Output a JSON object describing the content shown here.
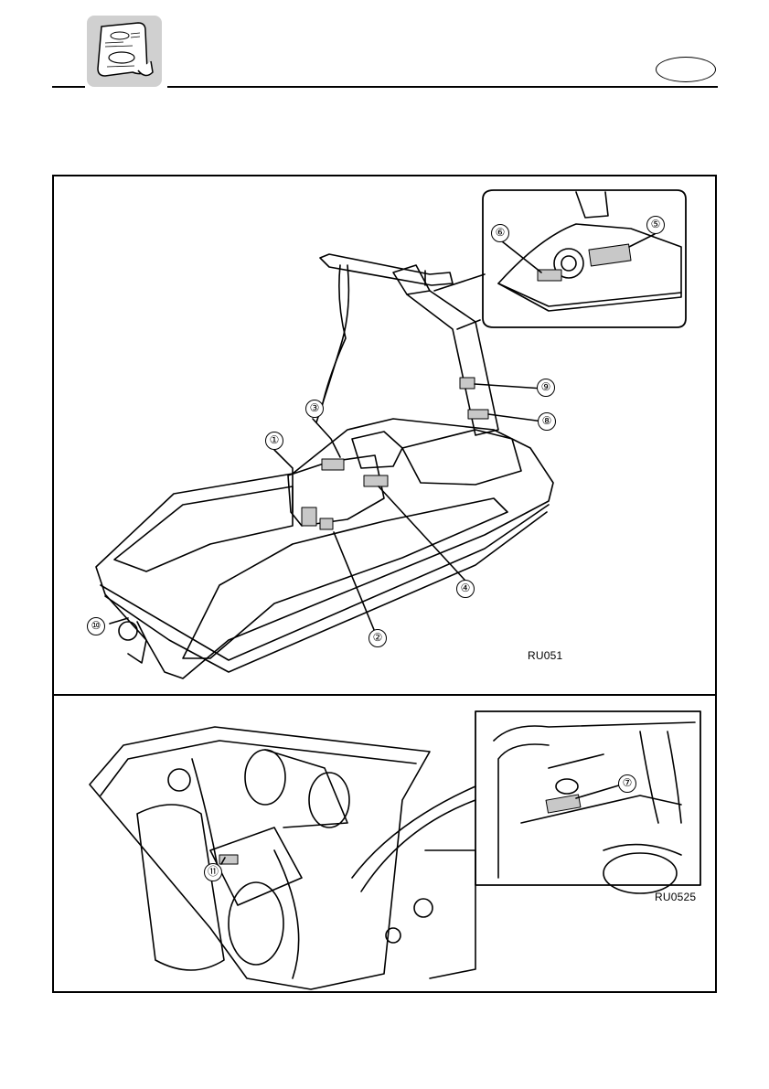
{
  "figure_top": {
    "callouts": [
      "①",
      "②",
      "③",
      "④",
      "⑤",
      "⑥",
      "⑧",
      "⑨",
      "⑩"
    ],
    "ref_code": "RU051"
  },
  "figure_bottom": {
    "callouts": [
      "⑦",
      "⑪"
    ],
    "ref_code": "RU0525"
  },
  "icons": {
    "header": "manual-book-icon",
    "language_tab": "language-oval-icon"
  }
}
